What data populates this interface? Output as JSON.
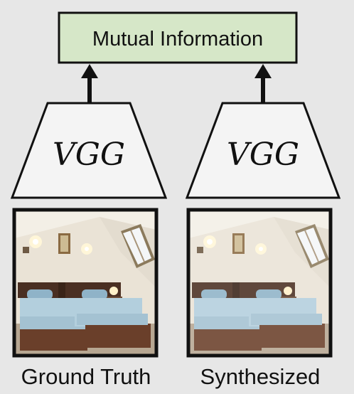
{
  "top_box": {
    "label": "Mutual Information",
    "fill": "#d6e7c8"
  },
  "encoders": [
    {
      "label": "VGG"
    },
    {
      "label": "VGG"
    }
  ],
  "images": [
    {
      "caption": "Ground Truth"
    },
    {
      "caption": "Synthesized"
    }
  ]
}
